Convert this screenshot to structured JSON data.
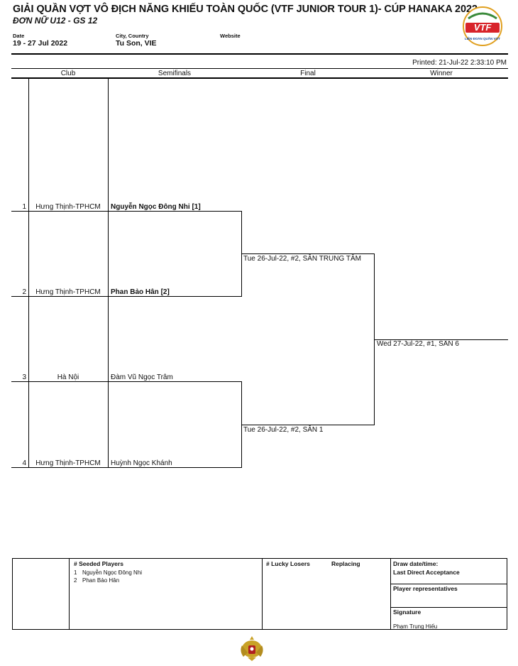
{
  "header": {
    "title": "GIẢI QUẦN VỢT VÔ ĐỊCH NĂNG KHIẾU TOÀN QUỐC (VTF JUNIOR TOUR 1)- CÚP HANAKA 2022",
    "subtitle": "ĐƠN NỮ U12 - GS 12",
    "date_label": "Date",
    "date_value": "19 - 27 Jul 2022",
    "location_label": "City, Country",
    "location_value": "Tu Son, VIE",
    "website_label": "Website",
    "logo_text": "VTF",
    "logo_caption": "LIÊN ĐOÀN QUẦN VỢT"
  },
  "printed": "Printed: 21-Jul-22 2:33:10 PM",
  "columns": [
    "Club",
    "Semifinals",
    "Final",
    "Winner"
  ],
  "entries": [
    {
      "num": "1",
      "club": "Hưng Thịnh-TPHCM",
      "player": "Nguyễn Ngọc Đông Nhi [1]",
      "seeded": true
    },
    {
      "num": "2",
      "club": "Hưng Thịnh-TPHCM",
      "player": "Phan Bảo Hân [2]",
      "seeded": true
    },
    {
      "num": "3",
      "club": "Hà Nội",
      "player": "Đàm Vũ Ngọc Trâm",
      "seeded": false
    },
    {
      "num": "4",
      "club": "Hưng Thịnh-TPHCM",
      "player": "Huỳnh Ngọc Khánh",
      "seeded": false
    }
  ],
  "matches": {
    "semi1": "Tue 26-Jul-22, #2, SÂN TRUNG TÂM",
    "semi2": "Tue 26-Jul-22, #2, SÂN 1",
    "final": "Wed 27-Jul-22, #1, SÂN 6"
  },
  "footer": {
    "seeded_header": "#  Seeded Players",
    "seeded": [
      {
        "num": "1",
        "name": "Nguyễn Ngọc Đông Nhi"
      },
      {
        "num": "2",
        "name": "Phan Bảo Hân"
      }
    ],
    "lucky_header": "# Lucky Losers",
    "replacing_header": "Replacing",
    "draw_date_label": "Draw date/time:",
    "lda_label": "Last Direct Acceptance",
    "player_rep_label": "Player representatives",
    "signature_label": "Signature",
    "signature_name": "Phạm Trung Hiếu"
  }
}
